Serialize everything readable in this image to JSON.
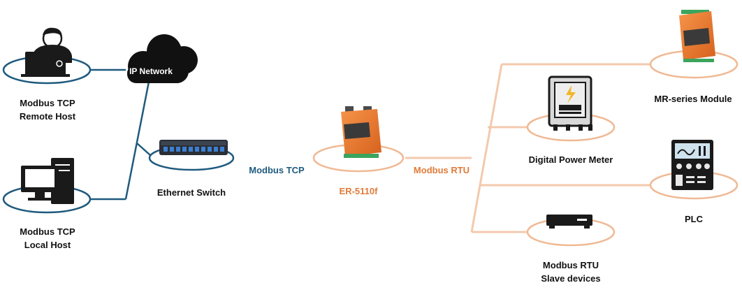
{
  "colors": {
    "blue_line": "#1f5a7e",
    "orange_line": "#f3c9ad",
    "orange_accent": "#e07b39",
    "ring_blue": "#1f5a7e",
    "ring_orange": "#f0b994",
    "device_orange": "#f07a2a",
    "icon_dark": "#1a1a1a"
  },
  "nodes": {
    "remote_host": {
      "label_line1": "Modbus TCP",
      "label_line2": "Remote Host",
      "icon": "person-laptop-icon"
    },
    "ip_network": {
      "label": "IP Network",
      "icon": "cloud-icon"
    },
    "local_host": {
      "label_line1": "Modbus TCP",
      "label_line2": "Local Host",
      "icon": "desktop-computer-icon"
    },
    "ethernet_switch": {
      "label": "Ethernet Switch",
      "icon": "network-switch-icon"
    },
    "gateway": {
      "label": "ER-5110f",
      "icon": "gateway-device-icon"
    },
    "mr_module": {
      "label": "MR-series Module",
      "icon": "io-module-icon"
    },
    "power_meter": {
      "label": "Digital Power Meter",
      "icon": "power-meter-icon"
    },
    "plc": {
      "label": "PLC",
      "icon": "plc-icon"
    },
    "slave_devices": {
      "label_line1": "Modbus RTU",
      "label_line2": "Slave devices",
      "icon": "slave-device-icon"
    }
  },
  "links": {
    "tcp_label": "Modbus TCP",
    "rtu_label": "Modbus RTU"
  }
}
